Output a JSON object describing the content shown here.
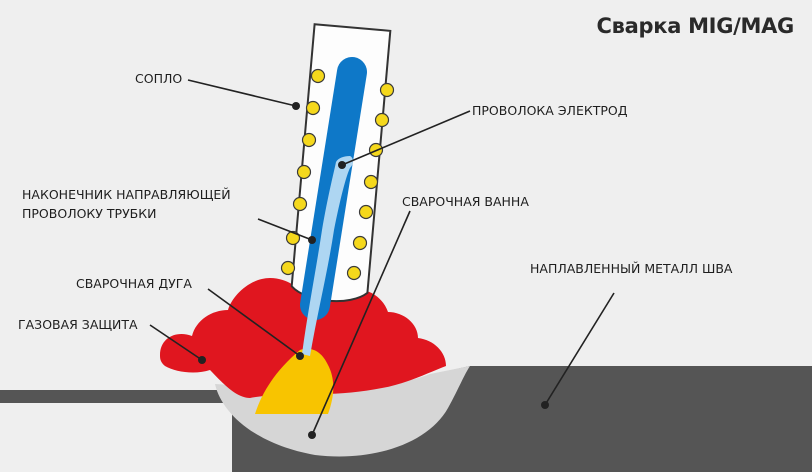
{
  "title": "Сварка MIG/MAG",
  "labels": {
    "nozzle": "СОПЛО",
    "electrode_wire": "ПРОВОЛОКА ЭЛЕКТРОД",
    "contact_tip_line1": "НАКОНЕЧНИК НАПРАВЛЯЮЩЕЙ",
    "contact_tip_line2": "ПРОВОЛОКУ ТРУБКИ",
    "weld_pool": "СВАРОЧНАЯ ВАННА",
    "weld_metal": "НАПЛАВЛЕННЫЙ МЕТАЛЛ ШВА",
    "welding_arc": "СВАРОЧНАЯ ДУГА",
    "gas_shield": "ГАЗОВАЯ ЗАЩИТА"
  },
  "colors": {
    "background": "#efefef",
    "workpiece": "#555555",
    "weld_bead": "#d6d6d6",
    "gas_shield": "#e0161f",
    "arc": "#f8c400",
    "nozzle_body": "#fdfdfd",
    "nozzle_dots": "#f5d81c",
    "contact_tube": "#0e78c8",
    "wire": "#aed6f2",
    "leader_lines": "#222222"
  }
}
